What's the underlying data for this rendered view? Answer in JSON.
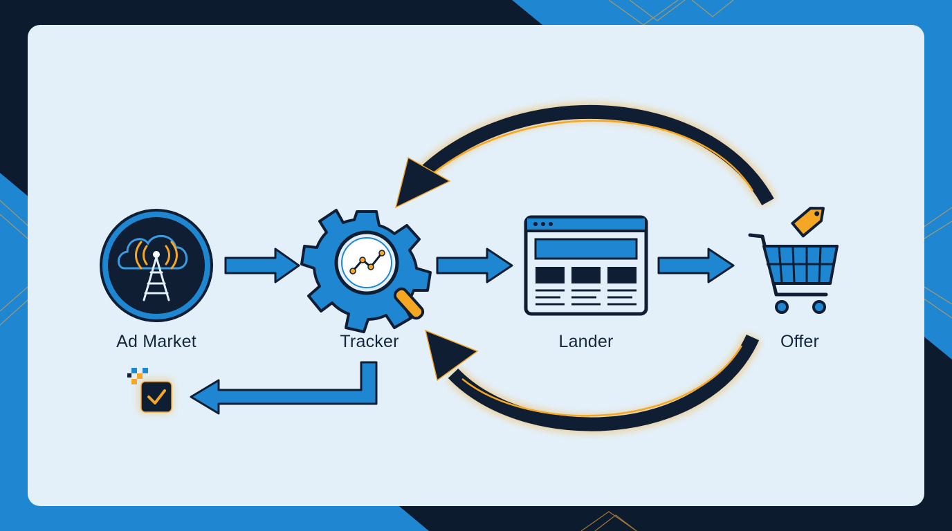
{
  "colors": {
    "navy": "#0d1b2e",
    "blue": "#1f86d2",
    "light_blue": "#e3f0fa",
    "outline": "#0f1e33",
    "amber": "#f5a623"
  },
  "nodes": [
    {
      "id": "ad-market",
      "label": "Ad Market",
      "icon": "cloud-antenna-icon"
    },
    {
      "id": "tracker",
      "label": "Tracker",
      "icon": "gear-magnifier-icon"
    },
    {
      "id": "lander",
      "label": "Lander",
      "icon": "browser-window-icon"
    },
    {
      "id": "offer",
      "label": "Offer",
      "icon": "shopping-cart-tag-icon"
    }
  ],
  "extra_icons": [
    "checkbox-check-icon"
  ]
}
